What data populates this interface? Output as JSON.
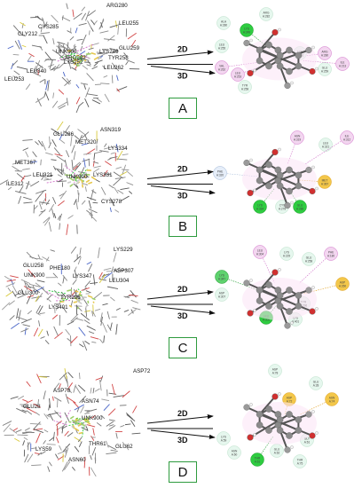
{
  "panels": [
    {
      "label": "A",
      "residues3d": [
        "ARG280",
        "CYS285",
        "LEU255",
        "GLY212",
        "GLU259",
        "LYS249",
        "ARG282",
        "UNK900",
        "LEU340",
        "TYR258",
        "LEU262",
        "LEU253",
        "LYS252"
      ],
      "residues2d": [
        "ALA A:280",
        "LYS A:249",
        "ARG A:282",
        "LEU A:255",
        "VAL A:262",
        "LEU A:253",
        "TYR A:258",
        "GLU A:259",
        "ARG A:280",
        "ILE A:213",
        "LYS A:252"
      ]
    },
    {
      "label": "B",
      "residues3d": [
        "ASN319",
        "GLU286",
        "MET320",
        "LYS334",
        "MET367",
        "LEU321",
        "ILE312",
        "UNK900",
        "CYS278",
        "LYS331"
      ],
      "residues2d": [
        "ASN A:319",
        "LEU A:321",
        "ILE A:312",
        "PHE A:320",
        "CYS A:278",
        "GLU A:286",
        "LYS A:334",
        "MET A:367"
      ]
    },
    {
      "label": "C",
      "residues3d": [
        "LYS229",
        "GLU258",
        "PHE180",
        "UNK900",
        "LYS347",
        "LEU304",
        "ASP307",
        "GLU300",
        "TYR296",
        "LYS401"
      ],
      "residues2d": [
        "LEU A:304",
        "LYS A:229",
        "GLU A:258",
        "PHE A:180",
        "LYS A:347",
        "ASP A:307",
        "TYR A:296",
        "ASP A:260",
        "LEU A:300",
        "LYS A:401"
      ]
    },
    {
      "label": "D",
      "residues3d": [
        "ASP72",
        "ASP78",
        "ASN74",
        "GLU28",
        "UNK900",
        "LYS59",
        "THR61",
        "GLU62",
        "ASN60"
      ],
      "residues2d": [
        "ASP A:78",
        "ASP A:72",
        "ASN A:74",
        "GLU A:28",
        "LYS A:59",
        "ASN A:60",
        "THR A:61",
        "GLU A:62",
        "THR A:75",
        "GLY A:61"
      ]
    }
  ],
  "arrow_labels": {
    "to2d": "2D",
    "to3d": "3D"
  },
  "colors": {
    "panel_border": "#2e9b3e",
    "atom_carbon": "#8a8a8a",
    "atom_oxygen": "#d03030",
    "hbond_green": "#2ecc40",
    "pi_pink": "#d070c8",
    "pi_orange": "#e0a020",
    "vdw_pale": "#cfeedd"
  }
}
